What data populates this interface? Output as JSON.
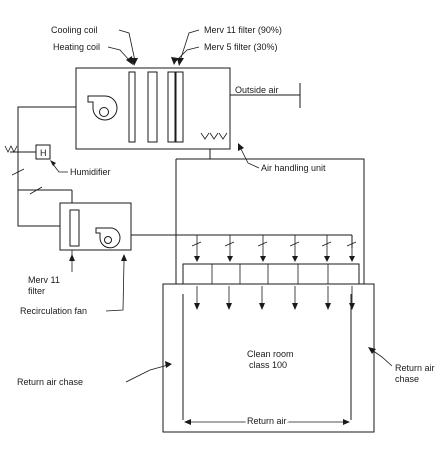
{
  "diagram": {
    "labels": {
      "cooling_coil": "Cooling coil",
      "heating_coil": "Heating coil",
      "merv11_filter": "Merv 11 filter (90%)",
      "merv5_filter": "Merv 5 filter (30%)",
      "outside_air": "Outside air",
      "humidifier": "Humidifier",
      "humidifier_symbol": "H",
      "air_handling_unit": "Air handling unit",
      "merv11_line1": "Merv 11",
      "merv11_line2": "filter",
      "recirculation_fan": "Recirculation fan",
      "clean_room_line1": "Clean room",
      "clean_room_line2": "class 100",
      "return_air_chase_left": "Return air chase",
      "return_air_chase_right_line1": "Return air",
      "return_air_chase_right_line2": "chase",
      "return_air": "Return air"
    }
  }
}
